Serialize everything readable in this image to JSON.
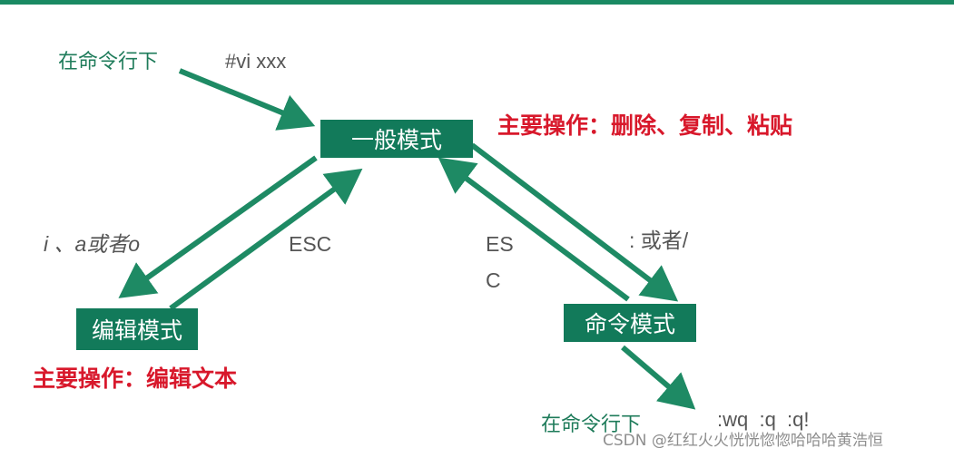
{
  "top_label": "在命令行下",
  "command": "#vi xxx",
  "mode_normal": "一般模式",
  "mode_normal_ops": "主要操作：删除、复制、粘贴",
  "mode_edit": "编辑模式",
  "mode_edit_ops": "主要操作：编辑文本",
  "mode_command": "命令模式",
  "to_edit_keys": "i 、a或者o",
  "edit_to_normal_key": "ESC",
  "command_to_normal_key_line1": "ES",
  "command_to_normal_key_line2": "C",
  "to_command_keys": ": 或者/",
  "bottom_label": "在命令行下",
  "exit_commands": ":wq  :q  :q!",
  "watermark": "CSDN @红红火火恍恍惚惚哈哈哈黄浩恒",
  "colors": {
    "box": "#127a5a",
    "arrow": "#1e8a64",
    "ops_text": "#d8182b",
    "label_text": "#1e7b5a"
  }
}
